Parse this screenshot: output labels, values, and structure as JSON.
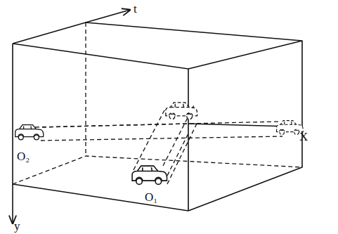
{
  "diagram": {
    "labels": [
      "t",
      "X",
      "y",
      "O₂",
      "O₁"
    ]
  }
}
